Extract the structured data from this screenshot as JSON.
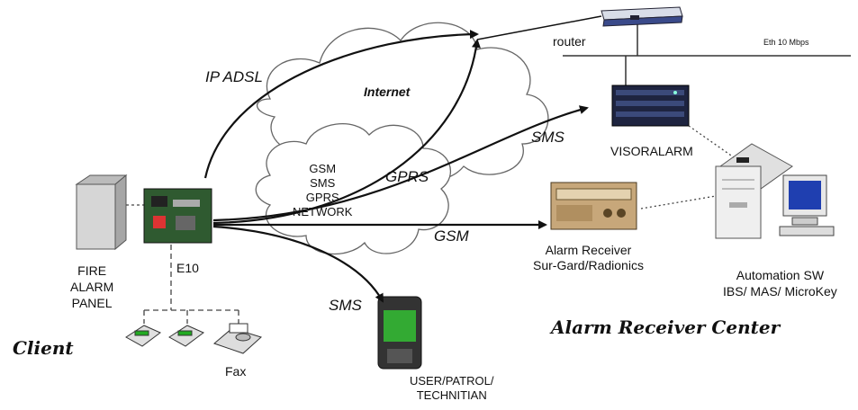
{
  "internet": "Internet",
  "router": "router",
  "eth": "Eth 10 Mbps",
  "visoralarm": "VISORALARM",
  "alarm_receiver": "Alarm Receiver\nSur-Gard/Radionics",
  "automation": "Automation SW\nIBS/ MAS/ MicroKey",
  "center_title": "Alarm Receiver Center",
  "client_title": "Client",
  "fire_panel": "FIRE\nALARM\nPANEL",
  "e10": "E10",
  "fax": "Fax",
  "gsm_cloud": "GSM\nSMS\nGPRS\nNETWORK",
  "user": "USER/PATROL/\nTECHNITIAN",
  "links": {
    "ip_adsl": "IP ADSL",
    "sms_top": "SMS",
    "gprs": "GPRS",
    "gsm": "GSM",
    "sms_bottom": "SMS"
  }
}
